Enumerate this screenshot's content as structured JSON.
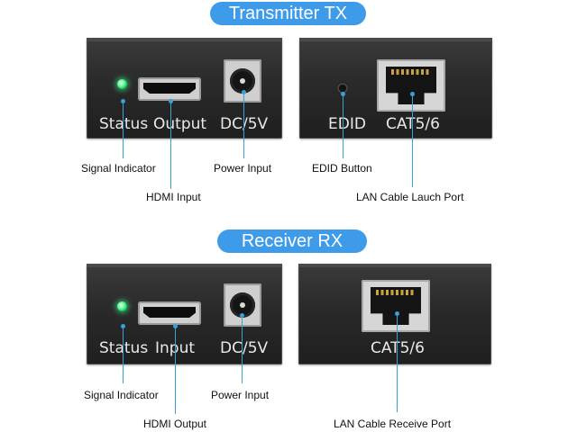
{
  "transmitter": {
    "title": "Transmitter TX",
    "front_labels": {
      "status": "Status",
      "port": "Output",
      "power": "DC/5V"
    },
    "back_labels": {
      "edid": "EDID",
      "lan": "CAT5/6"
    },
    "callouts": {
      "signal": "Signal Indicator",
      "hdmi": "HDMI Input",
      "power": "Power Input",
      "edid": "EDID Button",
      "lan": "LAN Cable Lauch Port"
    }
  },
  "receiver": {
    "title": "Receiver RX",
    "front_labels": {
      "status": "Status",
      "port": "Input",
      "power": "DC/5V"
    },
    "back_labels": {
      "lan": "CAT5/6"
    },
    "callouts": {
      "signal": "Signal Indicator",
      "hdmi": "HDMI Output",
      "power": "Power Input",
      "lan": "LAN Cable Receive Port"
    }
  },
  "colors": {
    "accent": "#3d9be9",
    "line": "#3aa0d8",
    "led": "#18c45a",
    "panel": "#2a2a2a"
  },
  "icons": [
    "led-indicator-icon",
    "hdmi-port-icon",
    "dc-jack-icon",
    "edid-button-icon",
    "rj45-port-icon"
  ]
}
